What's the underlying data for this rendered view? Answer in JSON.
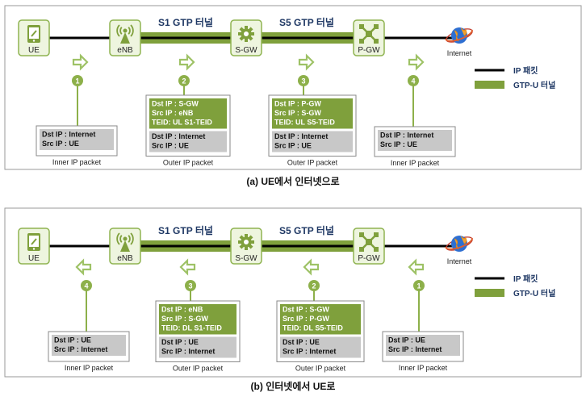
{
  "panels": [
    {
      "caption": "(a) UE에서 인터넷으로",
      "tunnel_labels": {
        "s1": "S1 GTP 터널",
        "s5": "S5 GTP 터널"
      },
      "nodes": {
        "ue": "UE",
        "enb": "eNB",
        "sgw": "S-GW",
        "pgw": "P-GW",
        "internet": "Internet"
      },
      "legend": {
        "ip": "IP 패킷",
        "gtp": "GTP-U 터널"
      },
      "steps": [
        "1",
        "2",
        "3",
        "4"
      ],
      "boxes": [
        {
          "green": [],
          "gray": [
            "Dst IP : Internet",
            "Src IP : UE"
          ],
          "label": "Inner IP packet"
        },
        {
          "green": [
            "Dst IP : S-GW",
            "Src IP : eNB",
            "TEID: UL S1-TEID"
          ],
          "gray": [
            "Dst IP : Internet",
            "Src IP : UE"
          ],
          "label": "Outer IP packet"
        },
        {
          "green": [
            "Dst IP : P-GW",
            "Src IP : S-GW",
            "TEID: UL S5-TEID"
          ],
          "gray": [
            "Dst IP : Internet",
            "Src IP : UE"
          ],
          "label": "Outer IP packet"
        },
        {
          "green": [],
          "gray": [
            "Dst IP : Internet",
            "Src IP : UE"
          ],
          "label": "Inner IP packet"
        }
      ]
    },
    {
      "caption": "(b) 인터넷에서 UE로",
      "tunnel_labels": {
        "s1": "S1 GTP 터널",
        "s5": "S5 GTP 터널"
      },
      "nodes": {
        "ue": "UE",
        "enb": "eNB",
        "sgw": "S-GW",
        "pgw": "P-GW",
        "internet": "Internet"
      },
      "legend": {
        "ip": "IP 패킷",
        "gtp": "GTP-U 터널"
      },
      "steps": [
        "4",
        "3",
        "2",
        "1"
      ],
      "boxes": [
        {
          "green": [],
          "gray": [
            "Dst IP : UE",
            "Src IP : Internet"
          ],
          "label": "Inner IP packet"
        },
        {
          "green": [
            "Dst IP : eNB",
            "Src IP : S-GW",
            "TEID: DL S1-TEID"
          ],
          "gray": [
            "Dst IP : UE",
            "Src IP : Internet"
          ],
          "label": "Outer IP packet"
        },
        {
          "green": [
            "Dst IP : S-GW",
            "Src IP : P-GW",
            "TEID: DL S5-TEID"
          ],
          "gray": [
            "Dst IP : UE",
            "Src IP : Internet"
          ],
          "label": "Outer IP packet"
        },
        {
          "green": [],
          "gray": [
            "Dst IP : UE",
            "Src IP : Internet"
          ],
          "label": "Inner IP packet"
        }
      ]
    }
  ],
  "colors": {
    "tunnel": "#7fa03c",
    "node_fill": "#eef5df",
    "node_border": "#8fb451",
    "node_icon": "#7fa03c",
    "arrow": "#9ec266",
    "step_circle": "#8db04a",
    "box_gray": "#c8c8c8",
    "box_green": "#7fa03c",
    "title_blue": "#1f3864",
    "frame": "#9a9a9a"
  },
  "icons": {
    "ue": "mobile-phone-icon",
    "enb": "antenna-icon",
    "sgw": "gear-icon",
    "pgw": "network-hub-icon",
    "internet": "globe-icon"
  }
}
